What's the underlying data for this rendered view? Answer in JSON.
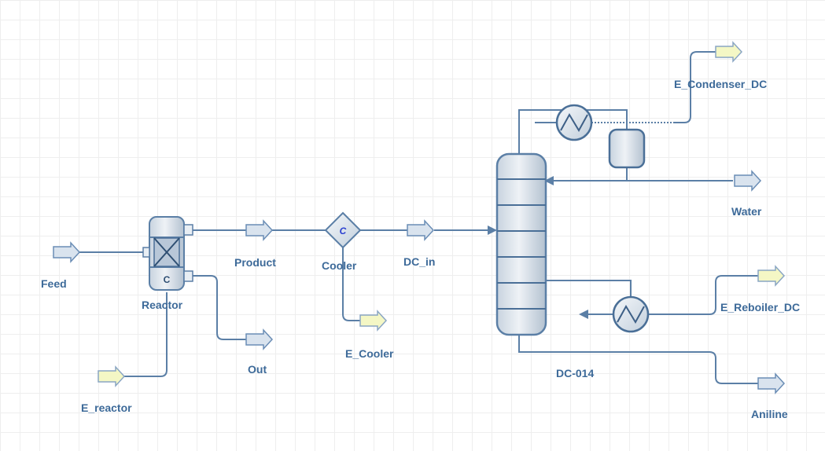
{
  "diagram": {
    "streams": {
      "feed": "Feed",
      "e_reactor": "E_reactor",
      "product": "Product",
      "out": "Out",
      "dc_in": "DC_in",
      "e_cooler": "E_Cooler",
      "e_condenser": "E_Condenser_DC",
      "water": "Water",
      "e_reboiler": "E_Reboiler_DC",
      "aniline": "Aniline"
    },
    "units": {
      "reactor": "Reactor",
      "reactor_badge": "C",
      "cooler": "Cooler",
      "cooler_badge": "C",
      "column": "DC-014"
    }
  }
}
